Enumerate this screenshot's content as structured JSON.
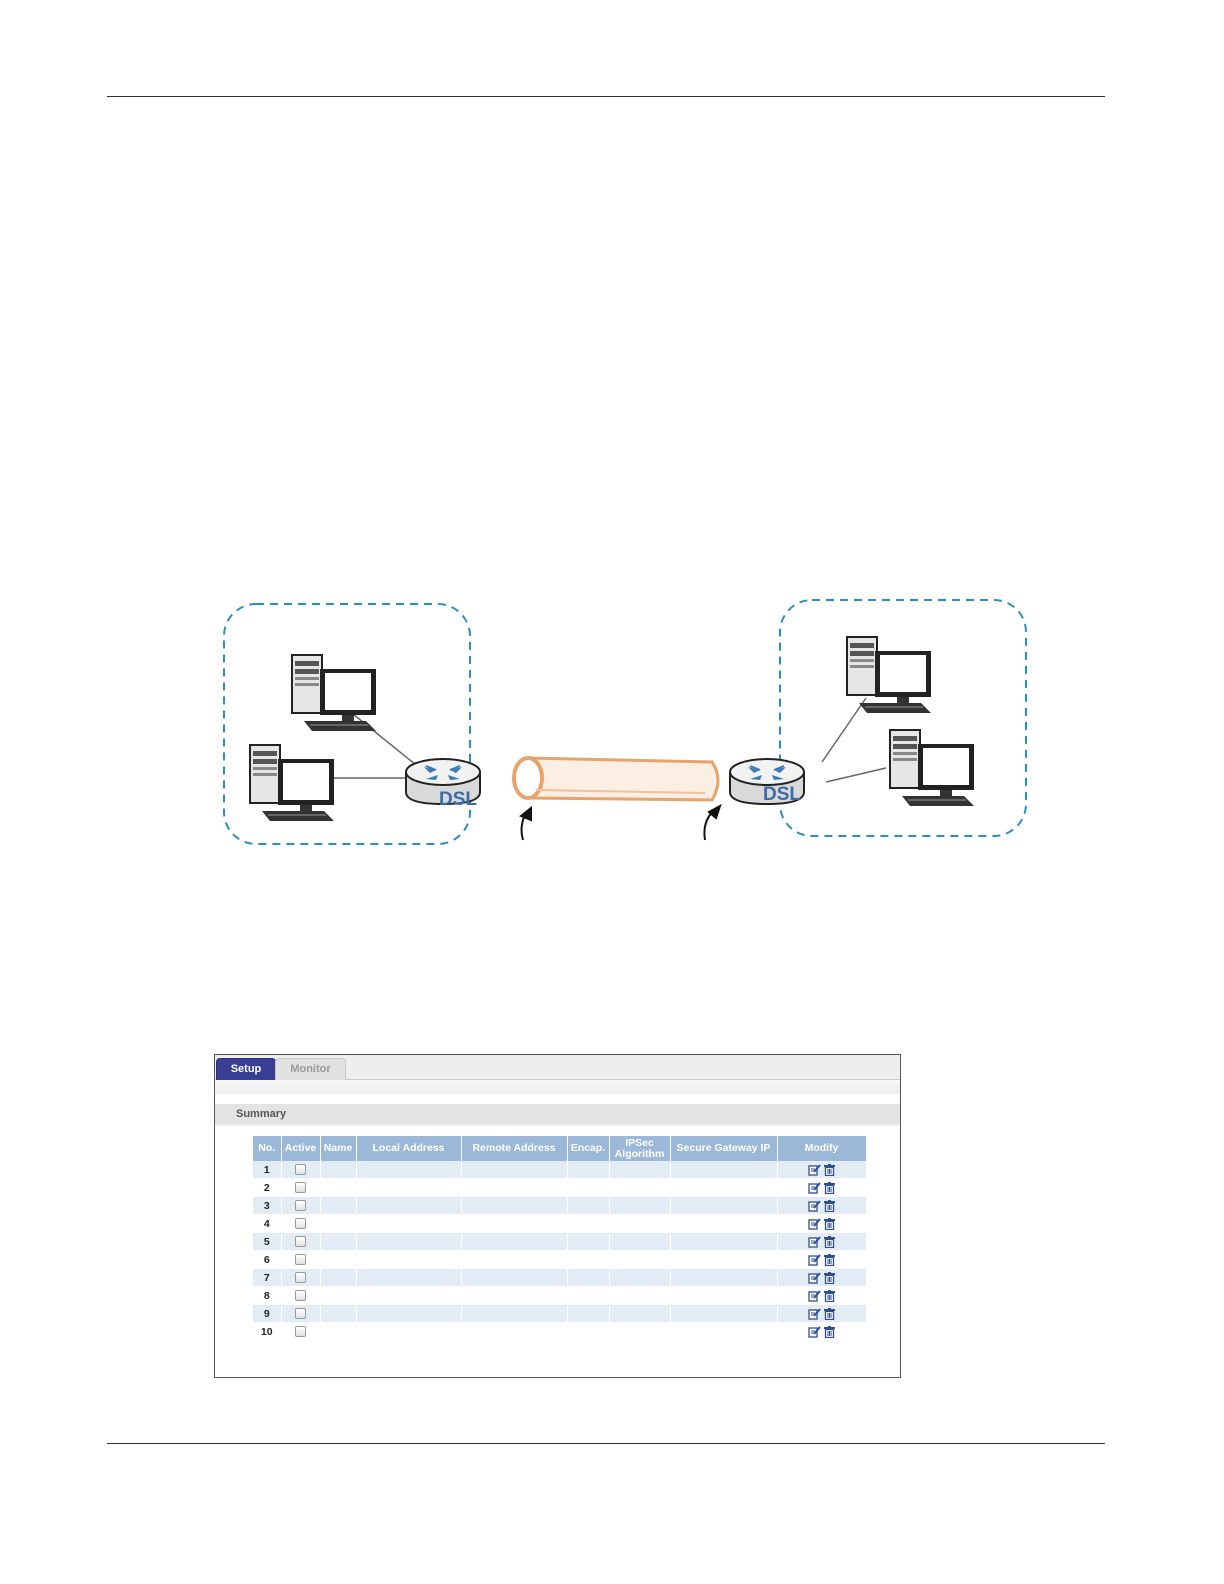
{
  "diagram": {
    "routers": [
      {
        "label": "DSL"
      },
      {
        "label": "DSL"
      }
    ]
  },
  "vpn_ui": {
    "tabs": [
      {
        "label": "Setup",
        "active": true
      },
      {
        "label": "Monitor",
        "active": false
      }
    ],
    "section_title": "Summary",
    "columns": [
      "No.",
      "Active",
      "Name",
      "Local Address",
      "Remote Address",
      "Encap.",
      "IPSec Algorithm",
      "Secure Gateway IP",
      "Modify"
    ],
    "rows": [
      "1",
      "2",
      "3",
      "4",
      "5",
      "6",
      "7",
      "8",
      "9",
      "10"
    ],
    "icons": {
      "edit": "edit-icon",
      "delete": "trash-icon"
    },
    "colors": {
      "tab_active": "#3a3f95",
      "header": "#9cb8d8",
      "row_alt": "#e3ebf4",
      "lan_border": "#2a8fc0",
      "tunnel": "#e8a36b"
    }
  }
}
